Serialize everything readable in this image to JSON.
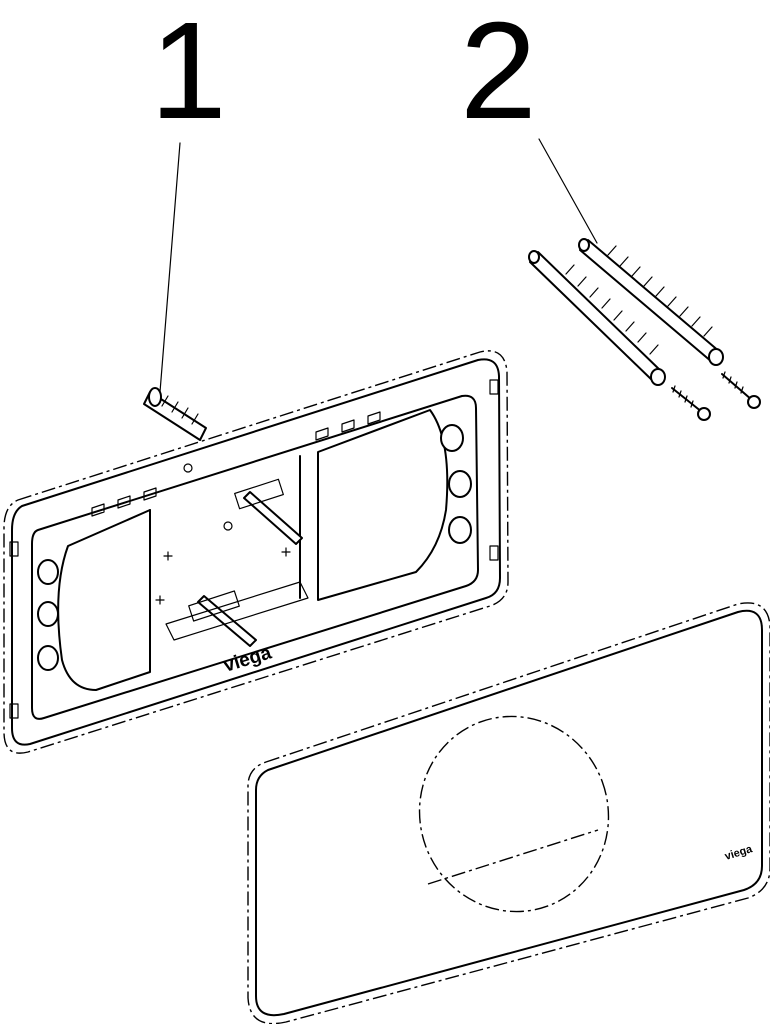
{
  "callouts": [
    {
      "number": "1"
    },
    {
      "number": "2"
    }
  ],
  "mounting_frame": {
    "brand_label": "viega"
  },
  "cover_plate": {
    "brand_label": "viega"
  }
}
